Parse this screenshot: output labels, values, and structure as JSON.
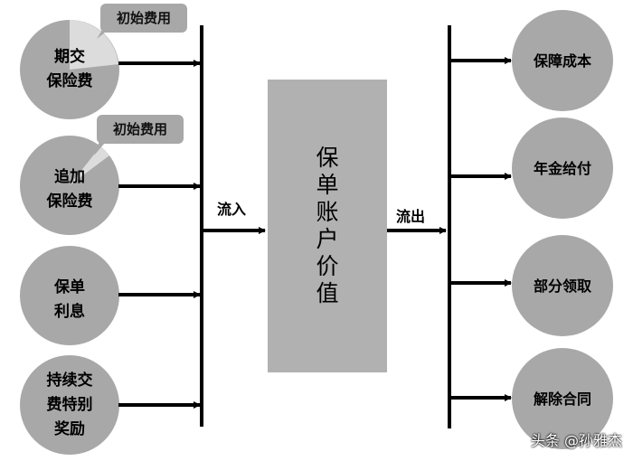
{
  "inputs": [
    {
      "label": [
        "期交",
        "保险费"
      ],
      "fee": "初始费用"
    },
    {
      "label": [
        "追加",
        "保险费"
      ],
      "fee": "初始费用"
    },
    {
      "label": [
        "保单",
        "利息"
      ]
    },
    {
      "label": [
        "持续交",
        "费特别",
        "奖励"
      ]
    }
  ],
  "flow_in": "流入",
  "center": [
    "保",
    "单",
    "账",
    "户",
    "价",
    "值"
  ],
  "flow_out": "流出",
  "outputs": [
    "保障成本",
    "年金给付",
    "部分领取",
    "解除合同"
  ],
  "watermark": "头条 @孙雅杰",
  "colors": {
    "node": "#a8a8a8",
    "fee_slice": "#dcdcdc",
    "box": "#b1b1b1",
    "line": "#000000"
  }
}
